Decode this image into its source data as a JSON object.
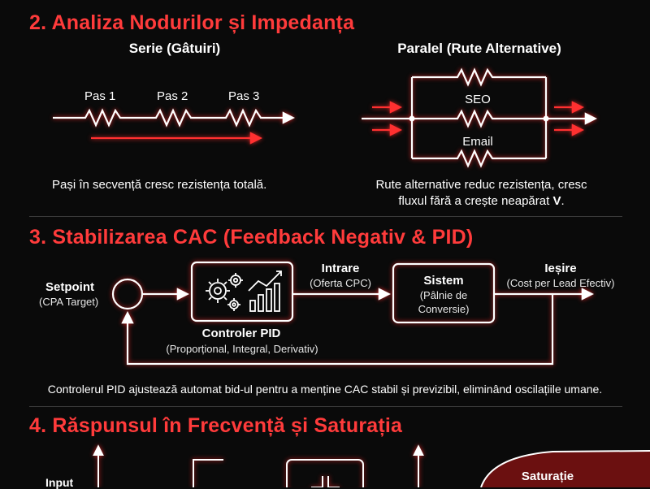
{
  "section2": {
    "title": "2. Analiza Nodurilor și Impedanța",
    "serie": {
      "title": "Serie (Gâtuiri)",
      "steps": [
        "Pas 1",
        "Pas 2",
        "Pas 3"
      ],
      "caption": "Pași în secvență cresc rezistența totală."
    },
    "paralel": {
      "title": "Paralel (Rute Alternative)",
      "routes": [
        "SEO",
        "Email"
      ],
      "caption_line1": "Rute alternative reduc rezistența, cresc",
      "caption_line2": "fluxul fără a crește neapărat",
      "caption_bold": "V",
      "caption_end": "."
    }
  },
  "section3": {
    "title": "3. Stabilizarea CAC (Feedback Negativ & PID)",
    "setpoint": "Setpoint",
    "setpoint_sub": "(CPA Target)",
    "controller": "Controler PID",
    "controller_sub": "(Proporțional, Integral, Derivativ)",
    "input": "Intrare",
    "input_sub": "(Oferta CPC)",
    "system": "Sistem",
    "system_sub1": "(Pâlnie de",
    "system_sub2": "Conversie)",
    "output": "Ieșire",
    "output_sub": "(Cost per Lead Efectiv)",
    "caption": "Controlerul PID ajustează automat bid-ul pentru a menține CAC stabil și previzibil, eliminând oscilațiile umane."
  },
  "section4": {
    "title": "4. Răspunsul în Frecvență și Saturația",
    "input_label": "Input",
    "saturation_label": "Saturație"
  },
  "colors": {
    "accent": "#ff3b3b",
    "wire": "#ff2a2a",
    "background": "#0a0a0a"
  },
  "icons": [
    "gear-icon",
    "bar-chart-icon",
    "resistor-icon",
    "capacitor-icon",
    "arrow-icon"
  ]
}
